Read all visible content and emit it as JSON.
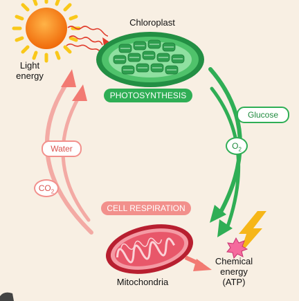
{
  "labels": {
    "chloroplast": "Chloroplast",
    "light_energy": "Light\nenergy",
    "photosynthesis": "PHOTOSYNTHESIS",
    "glucose": "Glucose",
    "o2": "O",
    "o2_sub": "2",
    "water": "Water",
    "co2": "CO",
    "co2_sub": "2",
    "cell_respiration": "CELL RESPIRATION",
    "mitochondria": "Mitochondria",
    "chemical_energy": "Chemical\nenergy\n(ATP)"
  },
  "colors": {
    "background": "#f8efe3",
    "green": "#2fae55",
    "green_dark": "#1f8a3e",
    "pink": "#f2908c",
    "pink_dark": "#e0605c",
    "red": "#c62a37",
    "sun": "#f27a12",
    "bolt": "#f6b618"
  },
  "icons": [
    "sun-icon",
    "chloroplast-icon",
    "mitochondria-icon",
    "lightning-bolt-icon",
    "starburst-icon"
  ]
}
